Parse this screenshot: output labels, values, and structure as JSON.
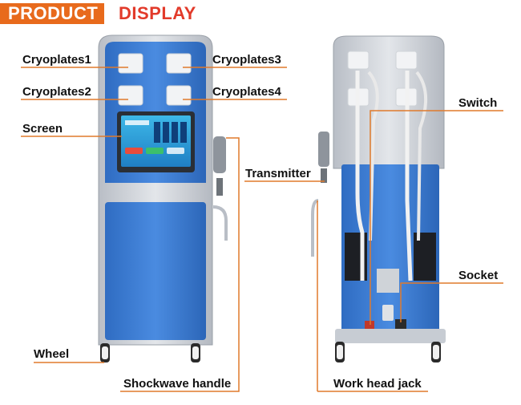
{
  "header": {
    "word1": "PRODUCT",
    "word2": "DISPLAY",
    "accent_color": "#e86a1c",
    "title_color": "#e23a2a"
  },
  "callouts": {
    "cryoplates1": "Cryoplates1",
    "cryoplates2": "Cryoplates2",
    "cryoplates3": "Cryoplates3",
    "cryoplates4": "Cryoplates4",
    "screen": "Screen",
    "transmitter": "Transmitter",
    "switch": "Switch",
    "socket": "Socket",
    "wheel": "Wheel",
    "shockwave_handle": "Shockwave handle",
    "work_head_jack": "Work head jack"
  },
  "colors": {
    "machine_blue": "#3f7fd0",
    "frame_gray": "#c7ccd3",
    "leader_line": "#e07a2c"
  }
}
